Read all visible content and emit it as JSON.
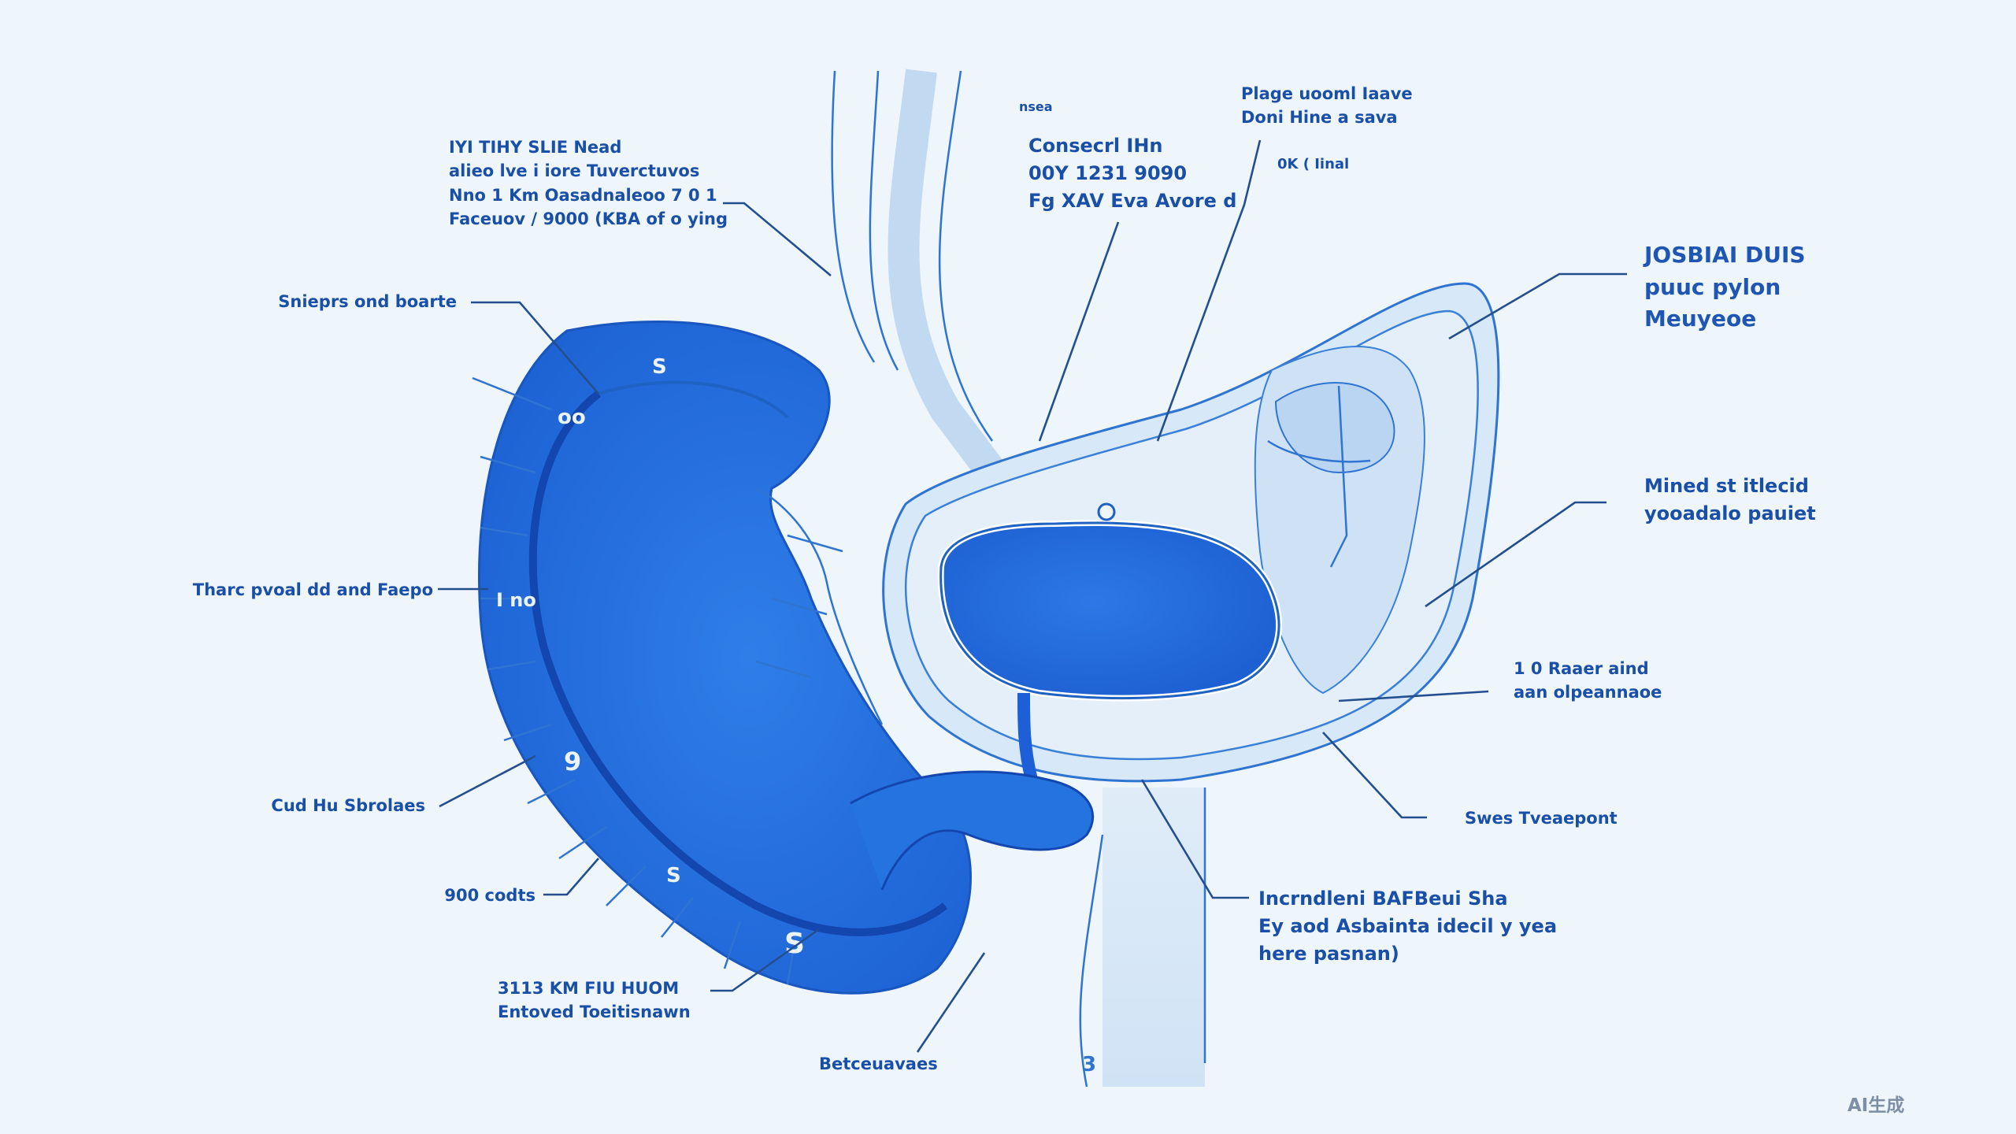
{
  "labels": {
    "top_left": [
      "IYI TIHY  SLIE Nead",
      "alieo lve i iore Tuverctuvos",
      "Nno 1 Km Oasadnaleoo 7 0 1",
      "Faceuov / 9000 (KBA of o ying"
    ],
    "shapes": [
      "Snieprs ond boarte"
    ],
    "tharc": [
      "Tharc pvoal dd  and Faepo"
    ],
    "cud": [
      "Cud Hu Sbrolaes"
    ],
    "nine_hundred": [
      "900 codts"
    ],
    "bottom_left": [
      "3113 KM FIU HUOM",
      "Entoved Toeitisnawn"
    ],
    "bottom": [
      "Betceuavaes"
    ],
    "mid_top_small": [
      "nsea"
    ],
    "mid_top": [
      "Consecrl IHn",
      "00Y 1231 9090",
      "Fg XAV Eva Avore d"
    ],
    "top_right": [
      "Plage uooml Iaave",
      "Doni Hine a sava"
    ],
    "ok": [
      "0K ( Iinal"
    ],
    "right_top": [
      "JOSBIAI DUIS",
      "puuc pylon",
      "Meuyeoe"
    ],
    "right_mid": [
      "Mined st itlecid",
      "yooadalo pauiet"
    ],
    "right_small": [
      "1 0 Raaer aind",
      "aan  olpeannaoe"
    ],
    "sweet": [
      "Swes Tveaepont"
    ],
    "bottom_right": [
      "Incrndleni BAFBeui Sha",
      "Ey aod Asbainta idecil y yea",
      "here pasnan)"
    ]
  },
  "diagram_marks": {
    "s_top": "S",
    "oo_left": "oo",
    "ino": "I no",
    "nine_a": "9",
    "s_mid": "S",
    "s_bottom": "S",
    "numbers_bottom": "3"
  },
  "watermark": "AI生成",
  "colors": {
    "background": "#eef5fb",
    "deep_blue": "#1c5fd6",
    "mid_blue": "#3a86e6",
    "pale_blue": "#c9def4",
    "ink": "#1a4fa8"
  }
}
